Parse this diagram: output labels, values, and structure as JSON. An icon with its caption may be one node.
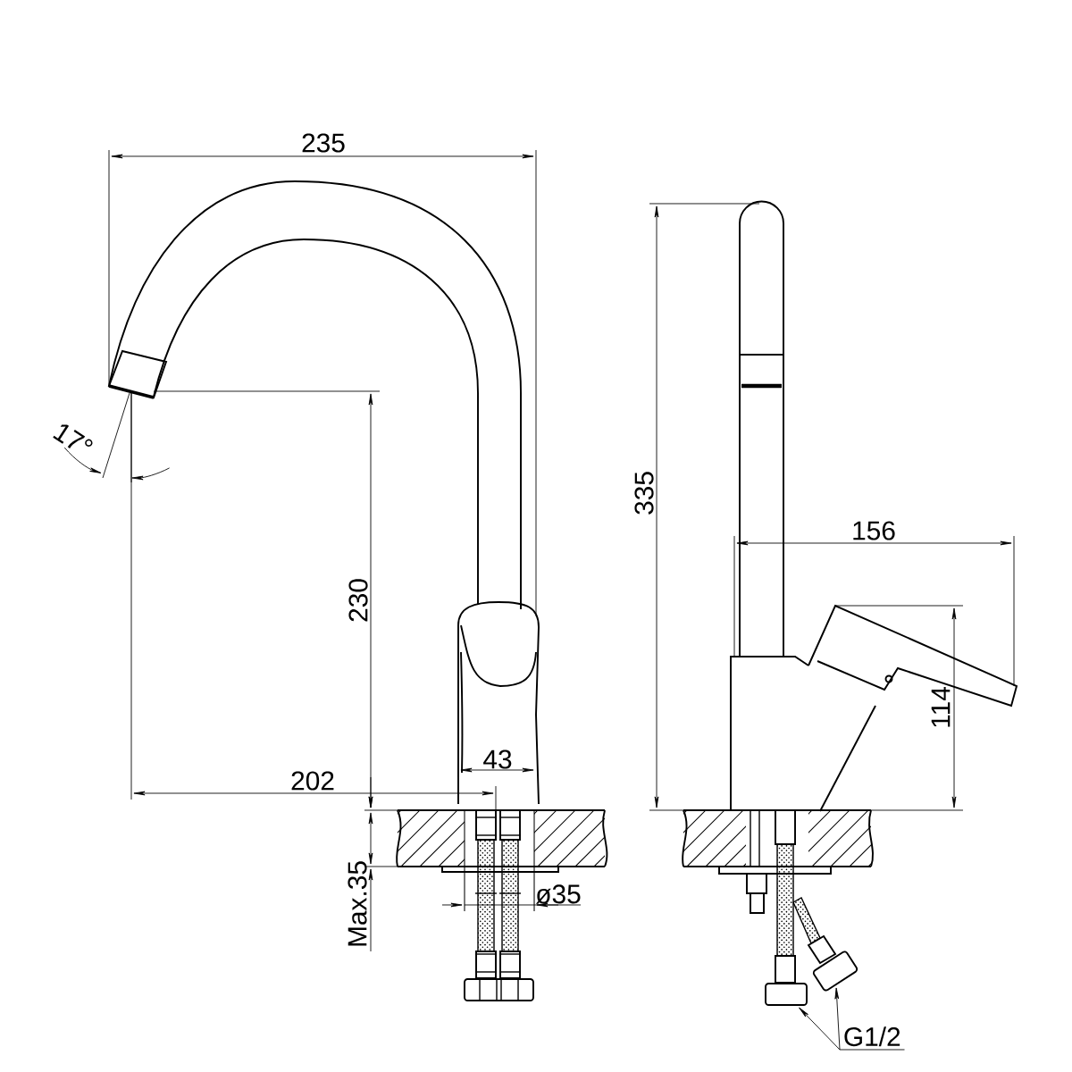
{
  "diagram": {
    "nodes": [
      {
        "text": [
          "G1/2"
        ]
      },
      {
        "text": [],
        "shape": "box"
      },
      {
        "text": [],
        "shape": "box"
      }
    ],
    "edges": [
      {
        "from": 0,
        "to": 1,
        "arrow": "to"
      },
      {
        "from": 0,
        "to": 2,
        "arrow": "to"
      }
    ],
    "labels": [
      "235",
      "17°",
      "230",
      "202",
      "43",
      "Max.35",
      "ø35",
      "335",
      "156",
      "114"
    ]
  }
}
